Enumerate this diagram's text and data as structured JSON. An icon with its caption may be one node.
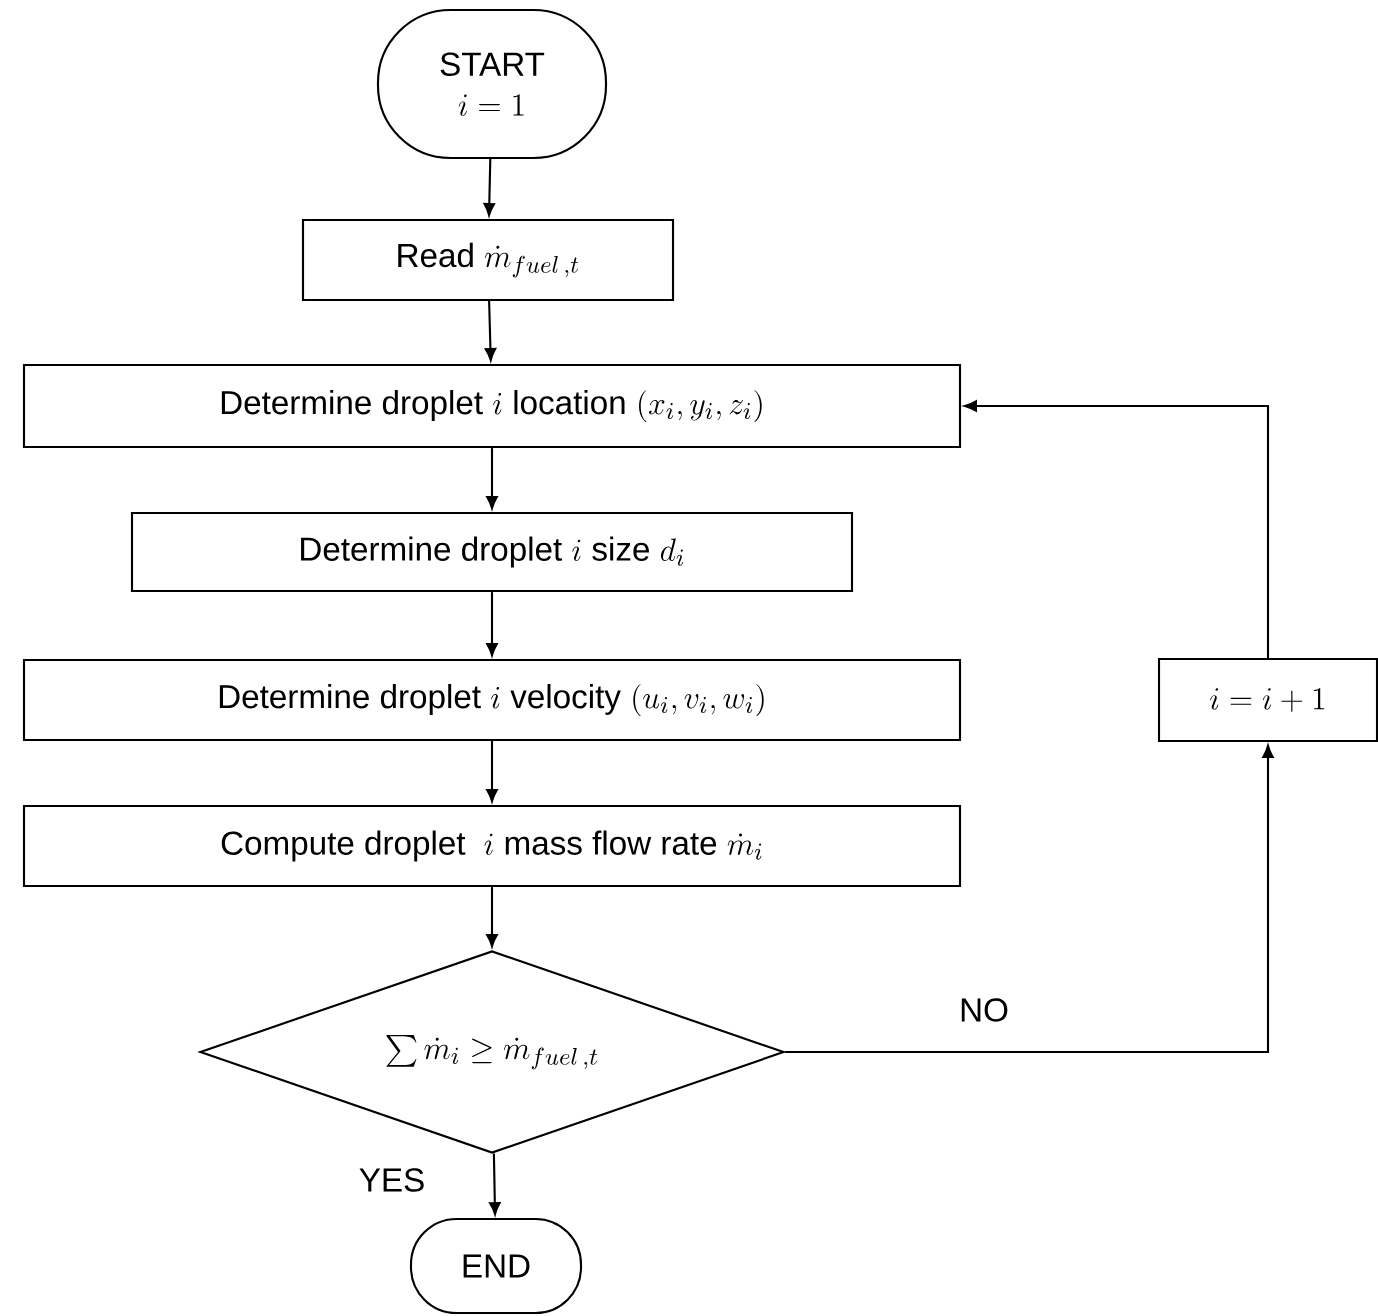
{
  "diagram": {
    "nodes": [
      {
        "text": [
          "START",
          "i=1"
        ]
      },
      {
        "text": [
          "\\text{Read } \\dot{m}_{fuel\\,,t}"
        ]
      },
      {
        "text": [
          "\\text{Determine droplet } i \\text{ location } (x_i, y_i, z_i)"
        ]
      },
      {
        "text": [
          "\\text{Determine droplet } i \\text{ size } d_i"
        ]
      },
      {
        "text": [
          "\\text{Determine droplet } i \\text{ velocity } (u_i, v_i, w_i)"
        ]
      },
      {
        "text": [
          "\\text{Compute droplet } \\; i \\text{ mass flow rate } \\dot{m}_i"
        ]
      },
      {
        "text": [
          "\\sum \\dot{m}_i \\geq \\dot{m}_{fuel\\,,t}"
        ]
      },
      {
        "text": [
          "END"
        ]
      },
      {
        "text": [
          "i=i+1"
        ]
      }
    ],
    "edges": [
      {
        "from": 0,
        "to": 1,
        "arrow": "to"
      },
      {
        "from": 1,
        "to": 2,
        "arrow": "to"
      },
      {
        "from": 2,
        "to": 3,
        "arrow": "to"
      },
      {
        "from": 3,
        "to": 4,
        "arrow": "to"
      },
      {
        "from": 4,
        "to": 5,
        "arrow": "to"
      },
      {
        "from": 5,
        "to": 6,
        "arrow": "to"
      },
      {
        "from": 6,
        "to": 7,
        "arrow": "to",
        "label": "YES"
      },
      {
        "from": 6,
        "to": 8,
        "arrow": "to",
        "label": "NO"
      },
      {
        "from": 8,
        "to": 2,
        "arrow": "to"
      }
    ]
  }
}
